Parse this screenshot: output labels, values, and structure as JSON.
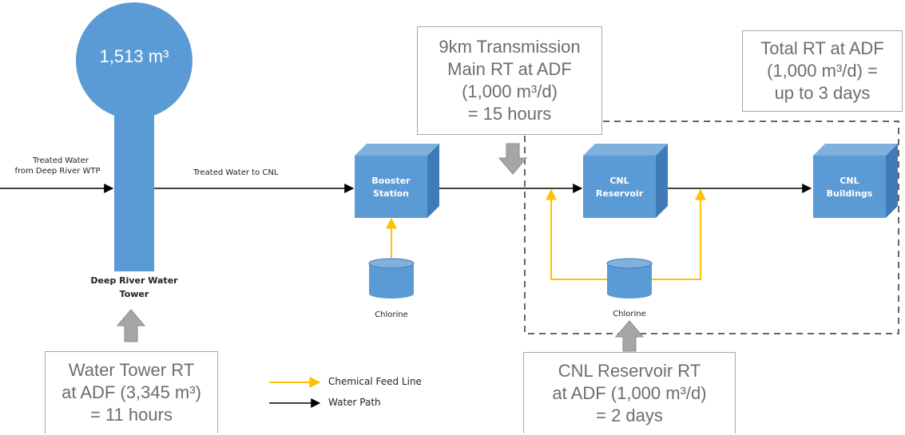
{
  "tower": {
    "volume": "1,513 m³",
    "name_line1": "Deep River Water",
    "name_line2": "Tower"
  },
  "labels": {
    "treated_in_line1": "Treated Water",
    "treated_in_line2": "from Deep River WTP",
    "treated_to_cnl": "Treated Water to CNL"
  },
  "nodes": {
    "booster_line1": "Booster",
    "booster_line2": "Station",
    "reservoir_line1": "CNL",
    "reservoir_line2": "Reservoir",
    "buildings_line1": "CNL",
    "buildings_line2": "Buildings",
    "chlorine_1": "Chlorine",
    "chlorine_2": "Chlorine"
  },
  "callouts": {
    "transmission": [
      "9km Transmission",
      "Main RT at ADF",
      "(1,000 m³/d)",
      "= 15 hours"
    ],
    "total": [
      "Total RT at ADF",
      "(1,000 m³/d) =",
      "up to 3 days"
    ],
    "water_tower": [
      "Water Tower RT",
      "at ADF (3,345 m³)",
      "= 11 hours"
    ],
    "reservoir": [
      "CNL Reservoir RT",
      "at ADF (1,000 m³/d)",
      "= 2 days"
    ]
  },
  "legend": {
    "chemical": "Chemical Feed Line",
    "water": "Water Path"
  },
  "colors": {
    "blue": "#5b9bd5",
    "yellow": "#ffc000",
    "grey_arrow": "#a6a6a6",
    "callout_text": "#6d6d6d"
  }
}
